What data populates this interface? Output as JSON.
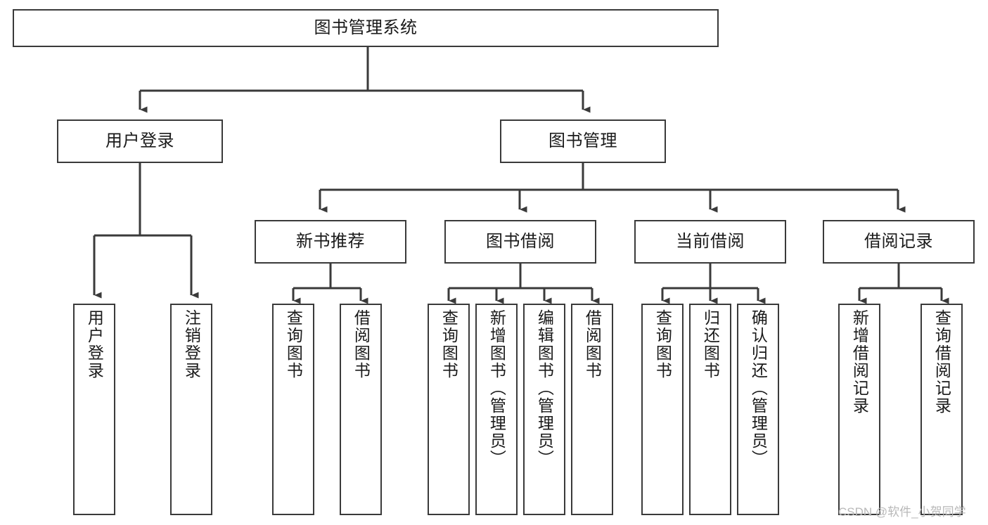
{
  "diagram": {
    "type": "hierarchy-tree",
    "title": "图书管理系统",
    "watermark": "CSDN @软件_小贺同学",
    "colors": {
      "border": "#3a3a3a",
      "background": "#ffffff",
      "text": "#1a1a1a",
      "watermark": "#b8b8b8"
    },
    "root": {
      "label": "图书管理系统"
    },
    "level2": [
      {
        "label": "用户登录"
      },
      {
        "label": "图书管理"
      }
    ],
    "level3": [
      {
        "label": "新书推荐"
      },
      {
        "label": "图书借阅"
      },
      {
        "label": "当前借阅"
      },
      {
        "label": "借阅记录"
      }
    ],
    "leaves": {
      "user_login": [
        {
          "label": "用户登录"
        },
        {
          "label": "注销登录"
        }
      ],
      "new_book": [
        {
          "label": "查询图书"
        },
        {
          "label": "借阅图书"
        }
      ],
      "book_borrow": [
        {
          "label": "查询图书"
        },
        {
          "label": "新增图书（管理员）"
        },
        {
          "label": "编辑图书（管理员）"
        },
        {
          "label": "借阅图书"
        }
      ],
      "current_borrow": [
        {
          "label": "查询图书"
        },
        {
          "label": "归还图书"
        },
        {
          "label": "确认归还（管理员）"
        }
      ],
      "borrow_record": [
        {
          "label": "新增借阅记录"
        },
        {
          "label": "查询借阅记录"
        }
      ]
    }
  }
}
